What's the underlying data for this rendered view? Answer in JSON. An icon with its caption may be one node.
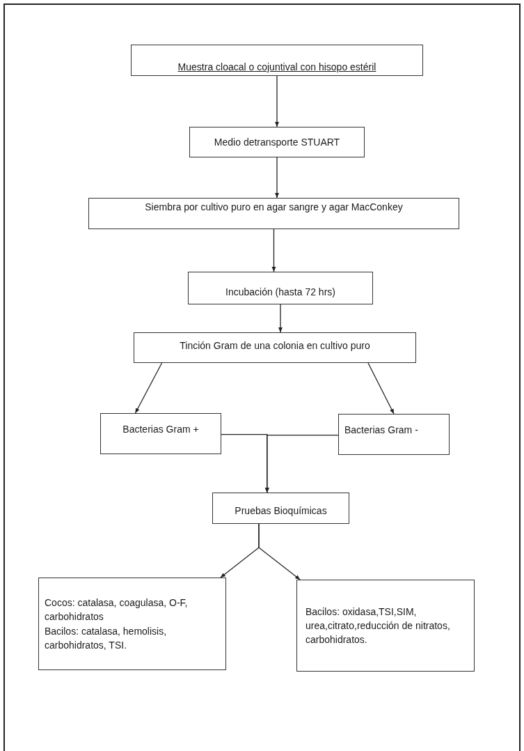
{
  "diagram": {
    "nodes": [
      {
        "text": [
          "Muestra cloacal o cojuntival con hisopo estéril"
        ]
      },
      {
        "text": [
          "Medio detransporte STUART"
        ]
      },
      {
        "text": [
          "Siembra por cultivo puro en agar sangre y agar MacConkey"
        ]
      },
      {
        "text": [
          "Incubación (hasta 72 hrs)"
        ]
      },
      {
        "text": [
          "Tinción Gram de una colonia en cultivo puro"
        ]
      },
      {
        "text": [
          "Bacterias Gram  +"
        ]
      },
      {
        "text": [
          "Bacterias Gram  -"
        ]
      },
      {
        "text": [
          "Pruebas Bioquímicas"
        ]
      },
      {
        "text": [
          "Cocos: catalasa, coagulasa, O-F, carbohidratos",
          "Bacilos: catalasa, hemolisis, carbohidratos, TSI."
        ]
      },
      {
        "text": [
          "Bacilos: oxidasa,TSI,SIM, urea,citrato,reducción de nitratos, carbohidratos."
        ]
      }
    ],
    "edges": [
      {
        "from": 0,
        "to": 1,
        "arrow": "to"
      },
      {
        "from": 1,
        "to": 2,
        "arrow": "to"
      },
      {
        "from": 2,
        "to": 3,
        "arrow": "to"
      },
      {
        "from": 3,
        "to": 4,
        "arrow": "to"
      },
      {
        "from": 4,
        "to": 5,
        "arrow": "to"
      },
      {
        "from": 4,
        "to": 6,
        "arrow": "to"
      },
      {
        "from": 5,
        "to": 7,
        "arrow": "to"
      },
      {
        "from": 6,
        "to": 7,
        "arrow": "to"
      },
      {
        "from": 7,
        "to": 8,
        "arrow": "to"
      },
      {
        "from": 7,
        "to": 9,
        "arrow": "to"
      }
    ]
  }
}
